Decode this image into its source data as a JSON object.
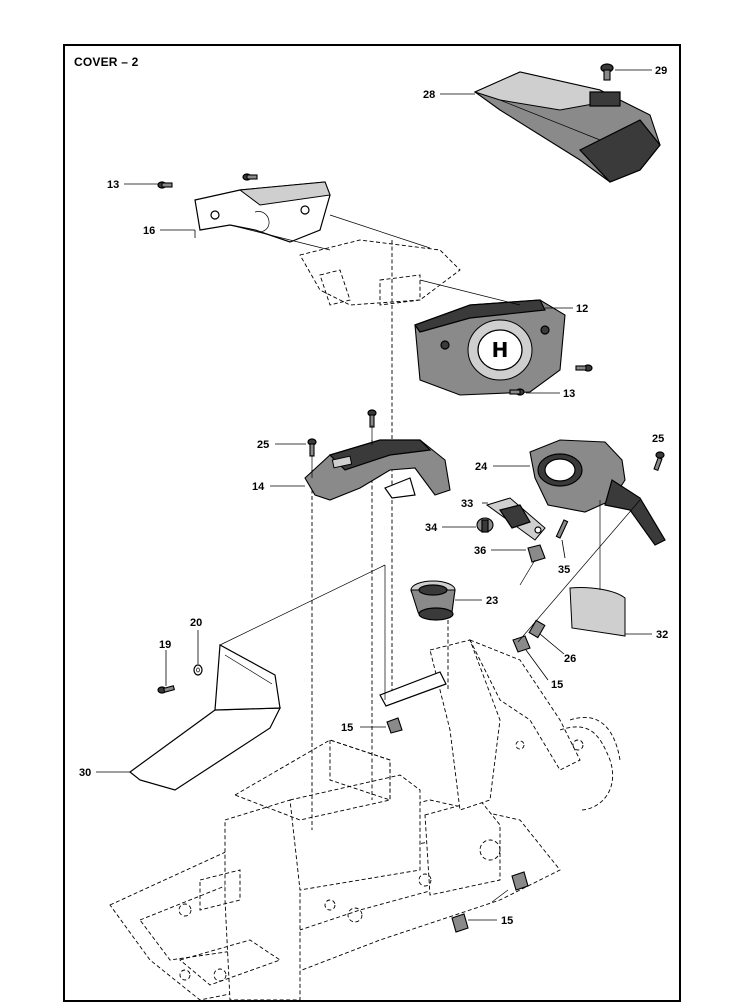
{
  "diagram": {
    "title": "COVER – 2",
    "callouts": [
      {
        "id": "c29",
        "label": "29"
      },
      {
        "id": "c28",
        "label": "28"
      },
      {
        "id": "c13a",
        "label": "13"
      },
      {
        "id": "c16",
        "label": "16"
      },
      {
        "id": "c12",
        "label": "12"
      },
      {
        "id": "c13b",
        "label": "13"
      },
      {
        "id": "c25a",
        "label": "25"
      },
      {
        "id": "c14",
        "label": "14"
      },
      {
        "id": "c24",
        "label": "24"
      },
      {
        "id": "c25b",
        "label": "25"
      },
      {
        "id": "c33",
        "label": "33"
      },
      {
        "id": "c34",
        "label": "34"
      },
      {
        "id": "c36",
        "label": "36"
      },
      {
        "id": "c35",
        "label": "35"
      },
      {
        "id": "c23",
        "label": "23"
      },
      {
        "id": "c20",
        "label": "20"
      },
      {
        "id": "c19",
        "label": "19"
      },
      {
        "id": "c32",
        "label": "32"
      },
      {
        "id": "c26",
        "label": "26"
      },
      {
        "id": "c15a",
        "label": "15"
      },
      {
        "id": "c15b",
        "label": "15"
      },
      {
        "id": "c30",
        "label": "30"
      },
      {
        "id": "c15c",
        "label": "15"
      }
    ]
  }
}
